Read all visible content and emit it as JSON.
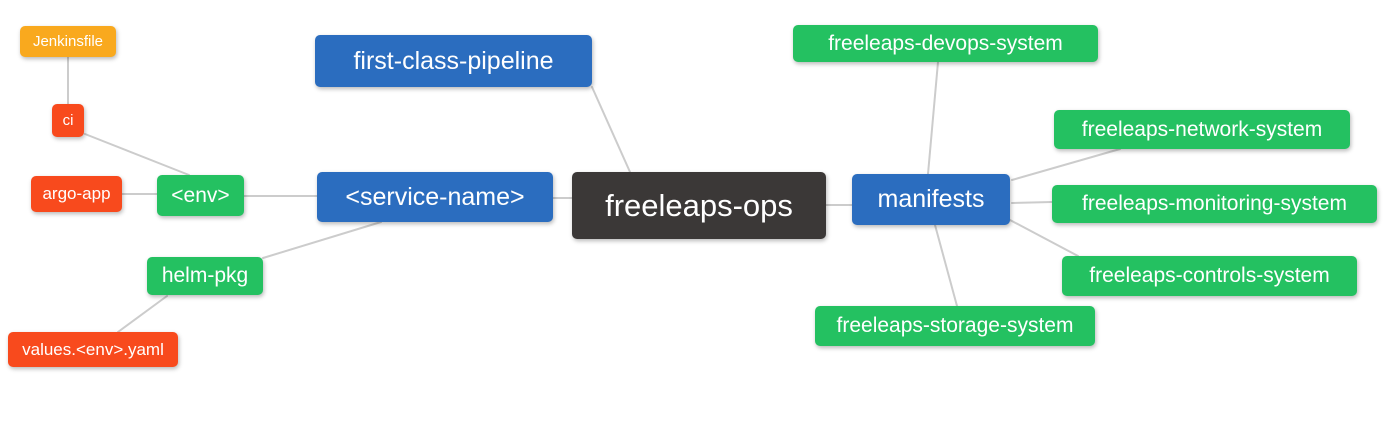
{
  "diagram": {
    "nodes": {
      "jenkinsfile": {
        "label": "Jenkinsfile",
        "color": "#F9A91E"
      },
      "ci": {
        "label": "ci",
        "color": "#F84A1D"
      },
      "argo_app": {
        "label": "argo-app",
        "color": "#F84A1D"
      },
      "env": {
        "label": "<env>",
        "color": "#24C161"
      },
      "helm_pkg": {
        "label": "helm-pkg",
        "color": "#24C161"
      },
      "values_env_yaml": {
        "label": "values.<env>.yaml",
        "color": "#F84A1D"
      },
      "first_class_pipeline": {
        "label": "first-class-pipeline",
        "color": "#2B6DBF"
      },
      "service_name": {
        "label": "<service-name>",
        "color": "#2B6DBF"
      },
      "freeleaps_ops": {
        "label": "freeleaps-ops",
        "color": "#3B3837"
      },
      "manifests": {
        "label": "manifests",
        "color": "#2B6DBF"
      },
      "devops_system": {
        "label": "freeleaps-devops-system",
        "color": "#24C161"
      },
      "network_system": {
        "label": "freeleaps-network-system",
        "color": "#24C161"
      },
      "monitoring_system": {
        "label": "freeleaps-monitoring-system",
        "color": "#24C161"
      },
      "controls_system": {
        "label": "freeleaps-controls-system",
        "color": "#24C161"
      },
      "storage_system": {
        "label": "freeleaps-storage-system",
        "color": "#24C161"
      }
    },
    "edges": [
      [
        "jenkinsfile",
        "ci"
      ],
      [
        "ci",
        "env"
      ],
      [
        "argo_app",
        "env"
      ],
      [
        "env",
        "service_name"
      ],
      [
        "service_name",
        "freeleaps_ops"
      ],
      [
        "service_name",
        "helm_pkg"
      ],
      [
        "helm_pkg",
        "values_env_yaml"
      ],
      [
        "first_class_pipeline",
        "freeleaps_ops"
      ],
      [
        "freeleaps_ops",
        "manifests"
      ],
      [
        "manifests",
        "devops_system"
      ],
      [
        "manifests",
        "network_system"
      ],
      [
        "manifests",
        "monitoring_system"
      ],
      [
        "manifests",
        "controls_system"
      ],
      [
        "manifests",
        "storage_system"
      ]
    ],
    "palette": {
      "orange": "#F9A91E",
      "red": "#F84A1D",
      "green": "#24C161",
      "blue": "#2B6DBF",
      "dark": "#3B3837",
      "edge_line": "#CCCCCC",
      "background": "#FFFFFF",
      "node_text": "#FFFFFF"
    }
  }
}
